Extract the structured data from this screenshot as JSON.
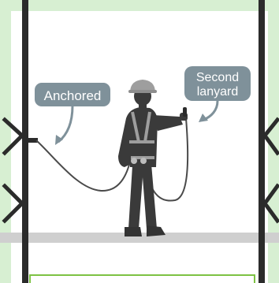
{
  "callouts": {
    "anchored": "Anchored",
    "second_lanyard_line1": "Second",
    "second_lanyard_line2": "lanyard"
  },
  "colors": {
    "frame_green": "#d7efd2",
    "pole": "#2b2b2b",
    "worker": "#3a3a3a",
    "harness": "#9e9e9e",
    "callout_bg": "#7f919a",
    "platform": "#cfcfcf",
    "bottom_box_border": "#7dc243"
  },
  "icons": {
    "worker": "worker-silhouette-icon",
    "hard_hat": "hard-hat-icon"
  }
}
